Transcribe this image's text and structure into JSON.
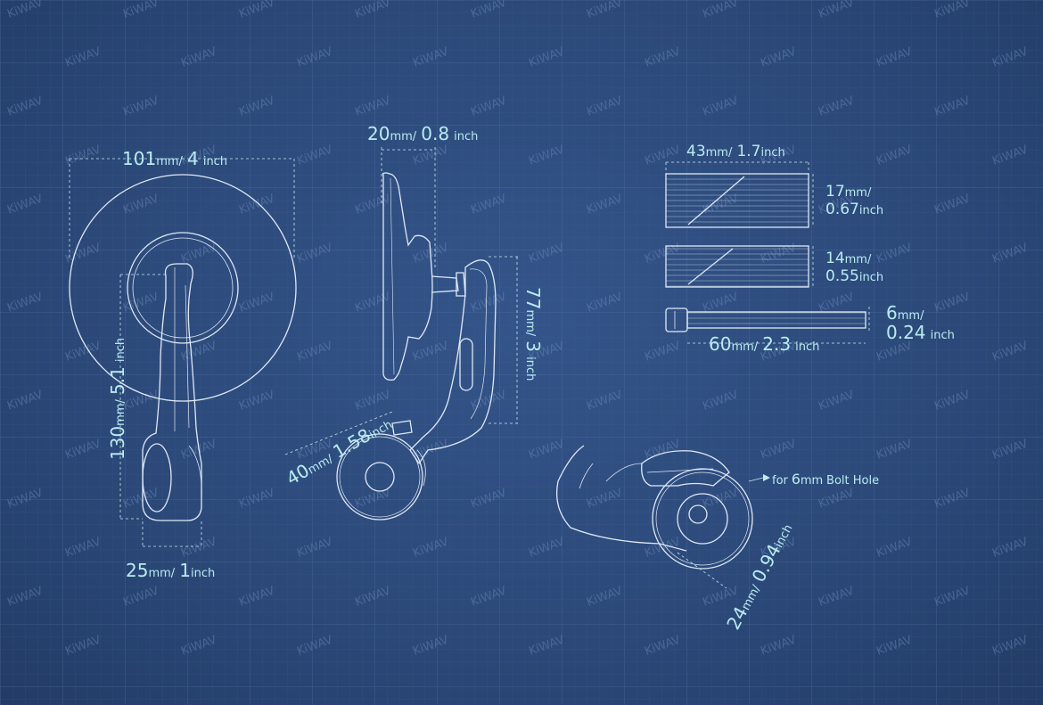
{
  "watermark": "KiWAV",
  "colors": {
    "background": "#2c4a78",
    "line": "#dfe9f5",
    "text": "#b9ecf0",
    "grid": "#3d5d8f"
  },
  "dimensions": {
    "mirror_width": {
      "value": "101",
      "unit": "mm",
      "sep": "/",
      "alt": "4",
      "alt_unit": "inch"
    },
    "mount_height": {
      "value": "130",
      "unit": "mm",
      "sep": "/",
      "alt": "5.1",
      "alt_unit": "inch"
    },
    "clamp_width": {
      "value": "25",
      "unit": "mm",
      "sep": "/",
      "alt": "1",
      "alt_unit": "inch"
    },
    "mirror_depth": {
      "value": "20",
      "unit": "mm",
      "sep": "/",
      "alt": "0.8",
      "alt_unit": "inch"
    },
    "arm_height": {
      "value": "77",
      "unit": "mm",
      "sep": "/",
      "alt": "3",
      "alt_unit": "inch"
    },
    "arm_reach": {
      "value": "40",
      "unit": "mm",
      "sep": "/",
      "alt": "1.58",
      "alt_unit": "inch"
    },
    "spacer_large_w": {
      "value": "43",
      "unit": "mm",
      "sep": "/",
      "alt": "1.7",
      "alt_unit": "inch"
    },
    "spacer_large_h": {
      "value": "17",
      "unit": "mm",
      "sep": "/",
      "alt": "0.67",
      "alt_unit": "inch"
    },
    "spacer_small_h": {
      "value": "14",
      "unit": "mm",
      "sep": "/",
      "alt": "0.55",
      "alt_unit": "inch"
    },
    "bolt_dia": {
      "value": "6",
      "unit": "mm",
      "sep": "/",
      "alt": "0.24",
      "alt_unit": "inch"
    },
    "bolt_length": {
      "value": "60",
      "unit": "mm",
      "sep": "/",
      "alt": "2.3",
      "alt_unit": "inch"
    },
    "clamp_dia": {
      "value": "24",
      "unit": "mm",
      "sep": "/",
      "alt": "0.94",
      "alt_unit": "inch"
    }
  },
  "bolt_hole_note": {
    "prefix": "for",
    "value": "6",
    "unit": "mm",
    "suffix": "Bolt Hole"
  }
}
